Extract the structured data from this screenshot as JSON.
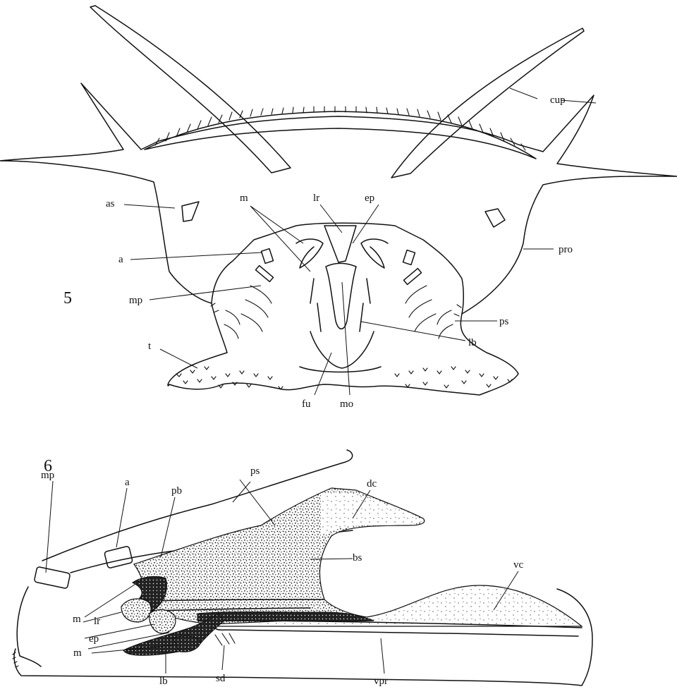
{
  "figure5": {
    "number": "5",
    "labels": {
      "cup": "cup",
      "lr": "lr",
      "ep": "ep",
      "as": "as",
      "m": "m",
      "a": "a",
      "pro": "pro",
      "mp": "mp",
      "ps": "ps",
      "lb": "lb",
      "t": "t",
      "fu": "fu",
      "mo": "mo"
    }
  },
  "figure6": {
    "number": "6",
    "labels": {
      "ps": "ps",
      "pb": "pb",
      "a": "a",
      "dc": "dc",
      "mp": "mp",
      "bs": "bs",
      "vc": "vc",
      "m_upper": "m",
      "lr": "lr",
      "ep": "ep",
      "m_lower": "m",
      "lb": "lb",
      "sd": "sd",
      "vpr": "vpr"
    }
  },
  "colors": {
    "ink": "#111111",
    "paper": "#ffffff"
  }
}
